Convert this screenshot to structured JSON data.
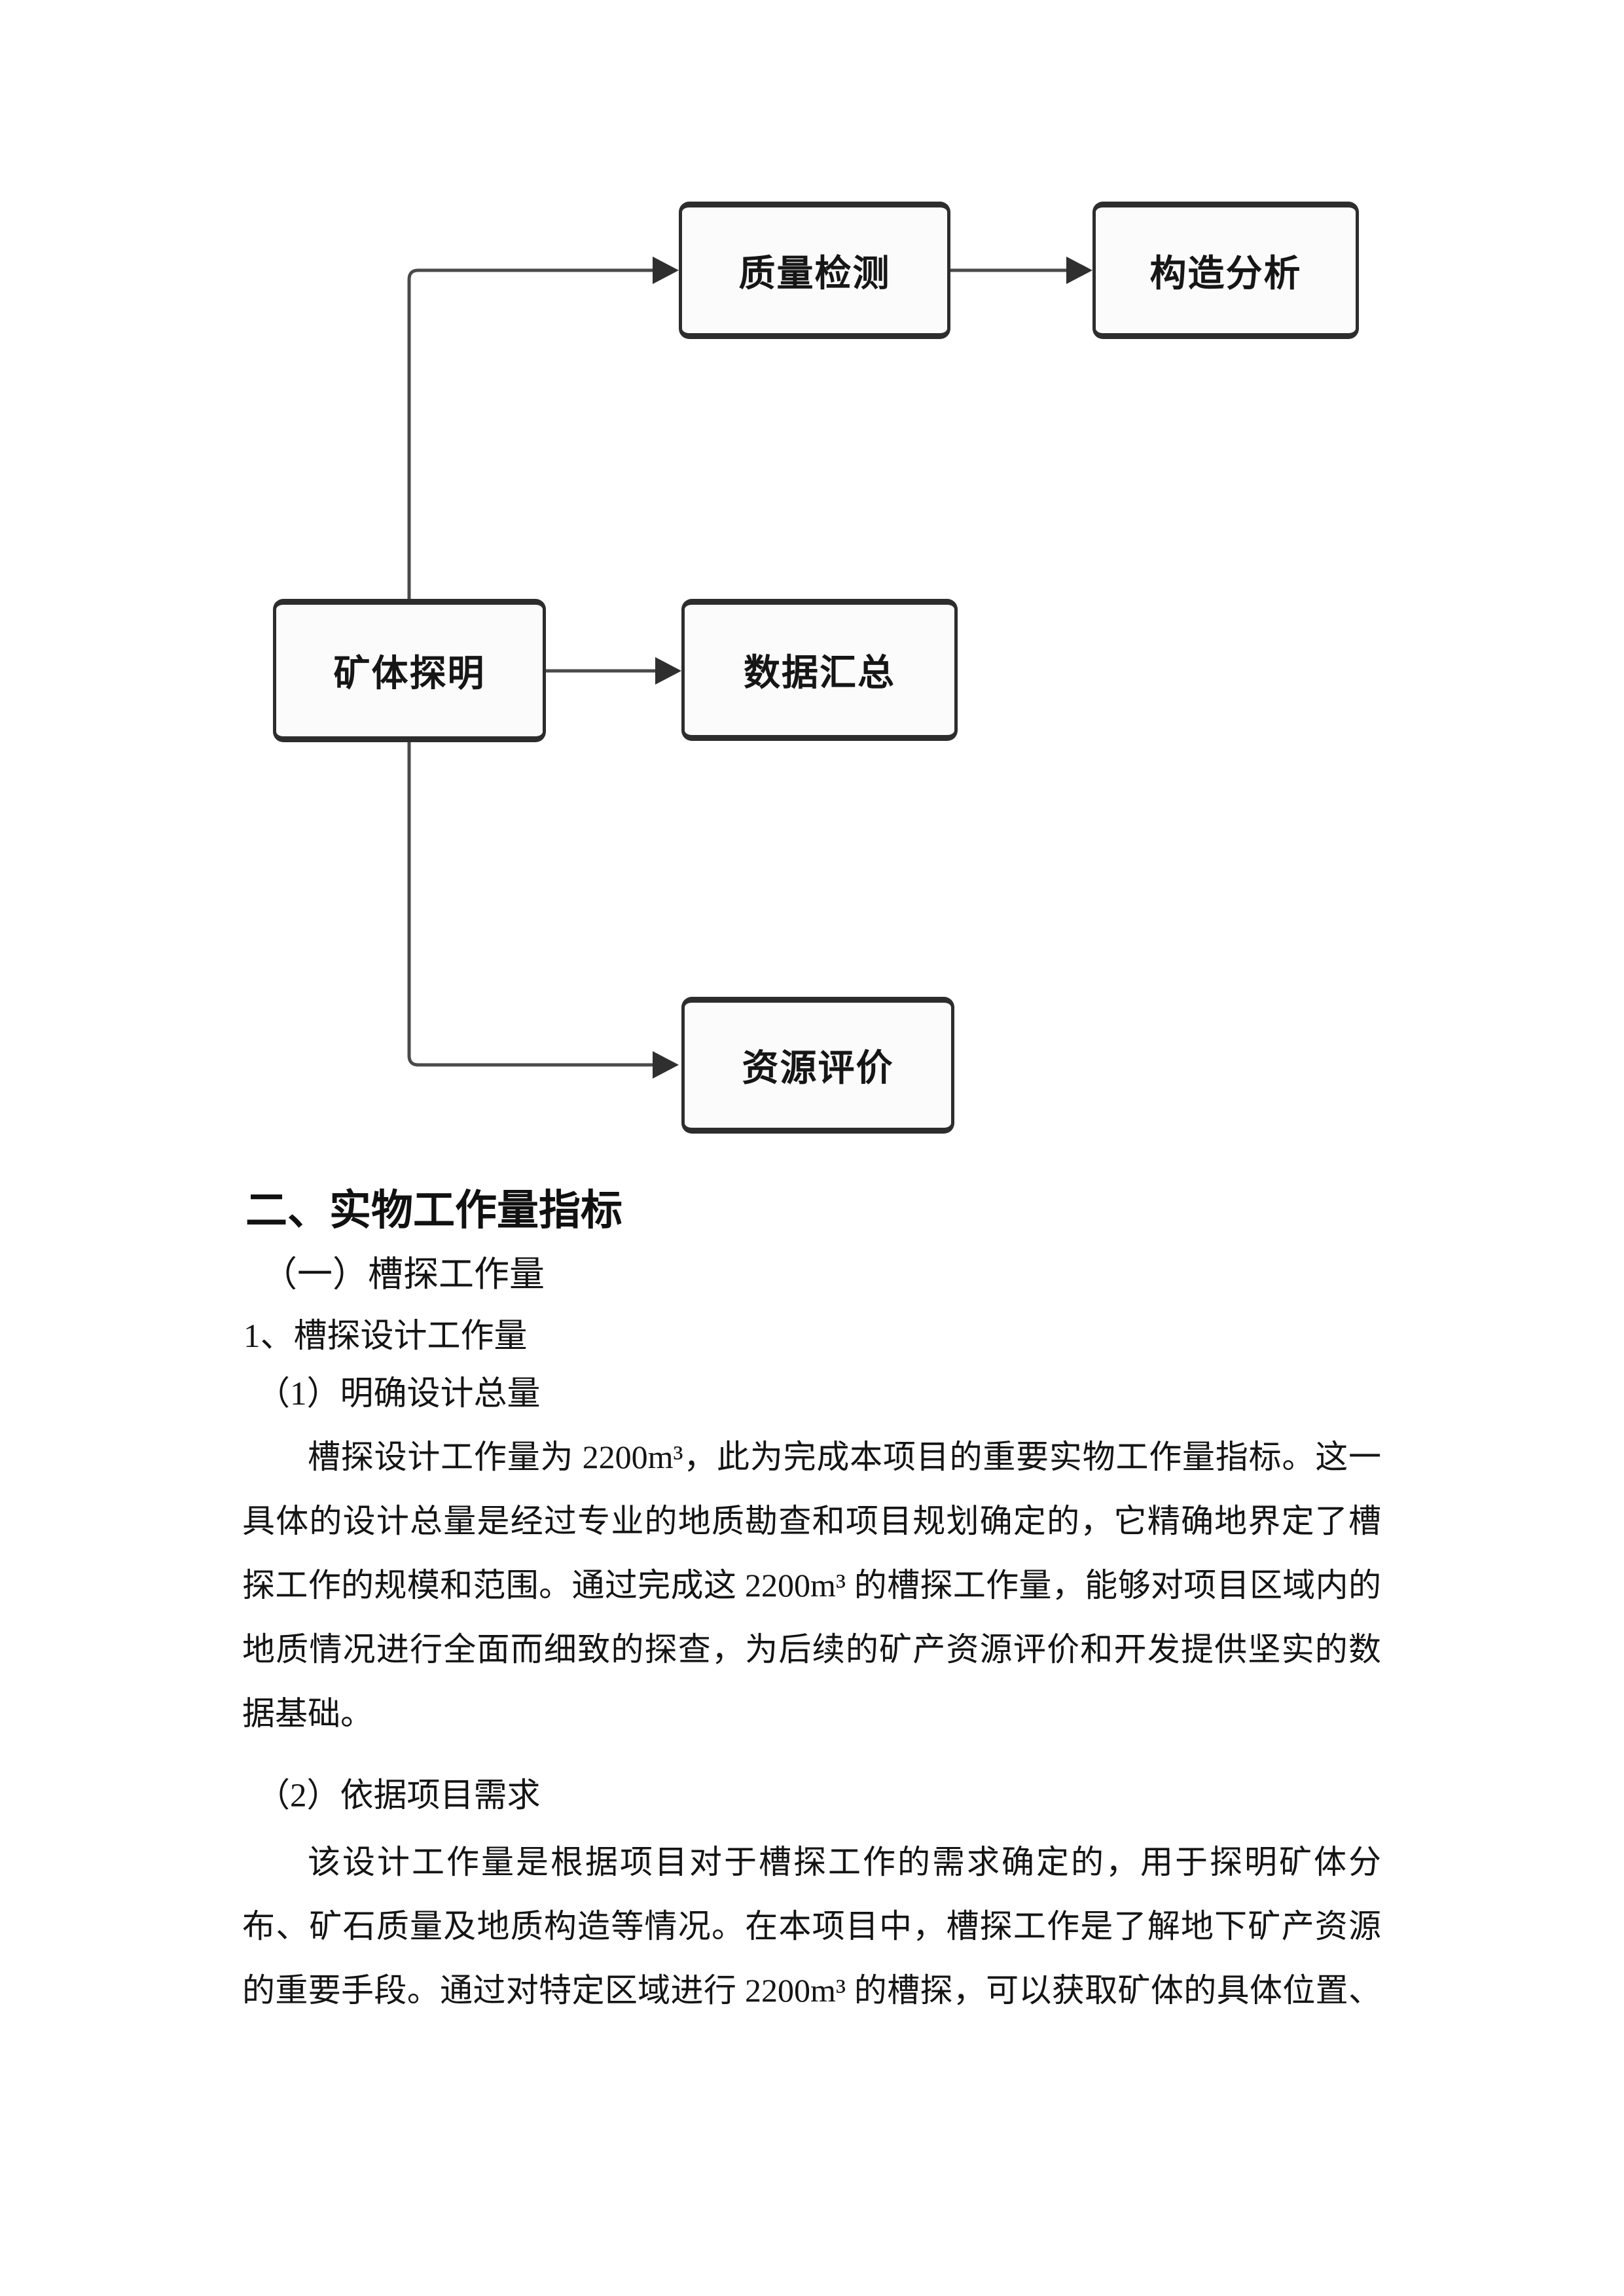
{
  "flowchart": {
    "border_color": "#2d2d2d",
    "line_color": "#4a4a4a",
    "node_fill": "#fbfbfb",
    "nodes": [
      {
        "id": "ore-body",
        "label": "矿体探明"
      },
      {
        "id": "quality-check",
        "label": "质量检测"
      },
      {
        "id": "structure",
        "label": "构造分析"
      },
      {
        "id": "data-summary",
        "label": "数据汇总"
      },
      {
        "id": "resource-eval",
        "label": "资源评价"
      }
    ],
    "edges": [
      {
        "from": "矿体探明",
        "to": "质量检测"
      },
      {
        "from": "质量检测",
        "to": "构造分析"
      },
      {
        "from": "矿体探明",
        "to": "数据汇总"
      },
      {
        "from": "矿体探明",
        "to": "资源评价"
      }
    ]
  },
  "document": {
    "heading": "二、实物工作量指标",
    "sub1": "（一）槽探工作量",
    "sub2": "1、槽探设计工作量",
    "sub3": "（1）明确设计总量",
    "para1_lines": [
      "槽探设计工作量为 2200m³，此为完成本项目的重要实物工作量指标。这一",
      "具体的设计总量是经过专业的地质勘查和项目规划确定的，它精确地界定了槽",
      "探工作的规模和范围。通过完成这 2200m³ 的槽探工作量，能够对项目区域内的",
      "地质情况进行全面而细致的探查，为后续的矿产资源评价和开发提供坚实的数",
      "据基础。"
    ],
    "sub4": "（2）依据项目需求",
    "para2_lines": [
      "该设计工作量是根据项目对于槽探工作的需求确定的，用于探明矿体分",
      "布、矿石质量及地质构造等情况。在本项目中，槽探工作是了解地下矿产资源",
      "的重要手段。通过对特定区域进行 2200m³ 的槽探，可以获取矿体的具体位置、"
    ]
  }
}
